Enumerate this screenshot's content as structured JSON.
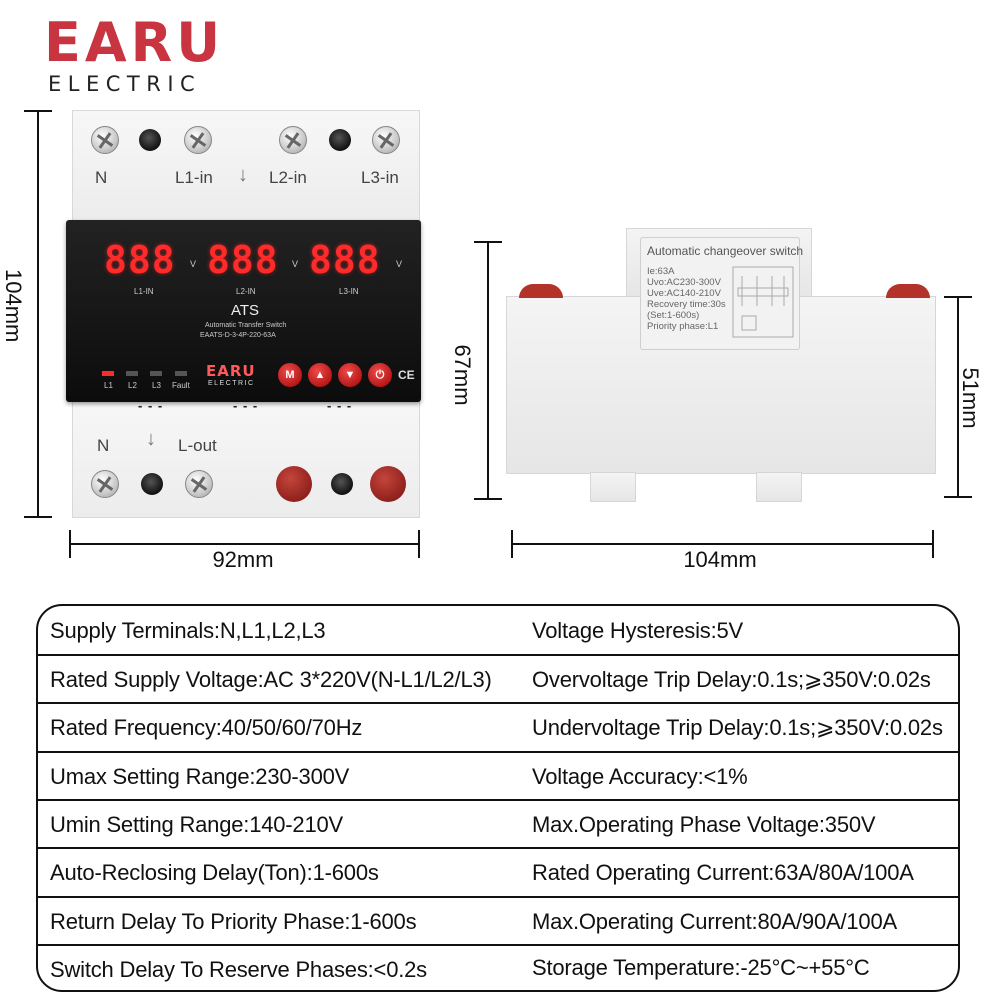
{
  "brand": {
    "name": "EARU",
    "sub": "ELECTRIC",
    "color": "#c8343f"
  },
  "dimensions": {
    "front_height": "104mm",
    "front_width": "92mm",
    "side_height": "67mm",
    "side_depth": "104mm",
    "side_rail_height": "51mm"
  },
  "front_device": {
    "top_terminals": {
      "n": "N",
      "l1": "L1-in",
      "l2": "L2-in",
      "l3": "L3-in"
    },
    "displays": [
      {
        "value": "888",
        "unit": "V",
        "label": "L1-IN"
      },
      {
        "value": "888",
        "unit": "V",
        "label": "L2-IN"
      },
      {
        "value": "888",
        "unit": "V",
        "label": "L3-IN"
      }
    ],
    "title": "ATS",
    "subtitle": "Automatic Transfer Switch",
    "model": "EAATS-D-3-4P-220-63A",
    "leds": [
      "L1",
      "L2",
      "L3",
      "Fault"
    ],
    "panel_logo": "EARU",
    "panel_logo_sub": "ELECTRIC",
    "buttons": {
      "mode": "M",
      "up": "▲",
      "down": "▼",
      "power": "⏻"
    },
    "ce_mark": "CE",
    "dashes": "- - -",
    "bottom_terminals": {
      "n": "N",
      "lout": "L-out"
    }
  },
  "side_device": {
    "label_title": "Automatic changeover switch",
    "label_lines": [
      "Ie:63A",
      "Uvo:AC230-300V",
      "Uve:AC140-210V",
      "Recovery time:30s",
      "(Set:1-600s)",
      "Priority phase:L1"
    ]
  },
  "specs": [
    {
      "left": "Supply Terminals:N,L1,L2,L3",
      "right": "Voltage Hysteresis:5V"
    },
    {
      "left": "Rated Supply Voltage:AC 3*220V(N-L1/L2/L3)",
      "right": "Overvoltage Trip Delay:0.1s;⩾350V:0.02s"
    },
    {
      "left": "Rated Frequency:40/50/60/70Hz",
      "right": "Undervoltage Trip Delay:0.1s;⩾350V:0.02s"
    },
    {
      "left": "Umax Setting Range:230-300V",
      "right": "Voltage Accuracy:<1%"
    },
    {
      "left": "Umin Setting Range:140-210V",
      "right": "Max.Operating Phase Voltage:350V"
    },
    {
      "left": "Auto-Reclosing Delay(Ton):1-600s",
      "right": "Rated Operating Current:63A/80A/100A"
    },
    {
      "left": "Return Delay To Priority Phase:1-600s",
      "right": "Max.Operating Current:80A/90A/100A"
    },
    {
      "left": "Switch Delay To Reserve Phases:<0.2s",
      "right": "Storage Temperature:-25°C~+55°C"
    }
  ]
}
